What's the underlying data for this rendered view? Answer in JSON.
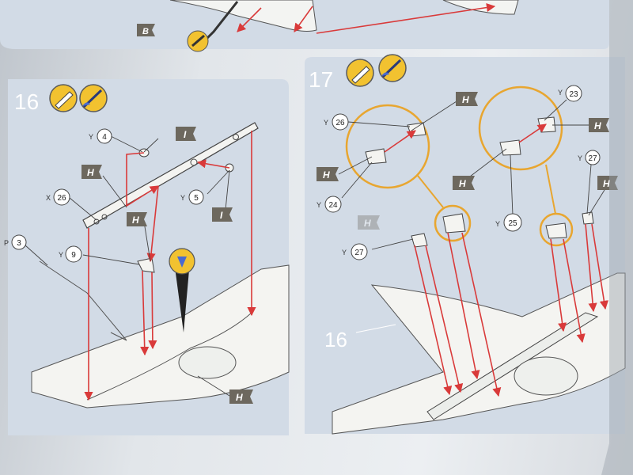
{
  "steps": [
    {
      "number": "16"
    },
    {
      "number": "17"
    }
  ],
  "top_fragment": {
    "label_b": "B"
  },
  "step16": {
    "callouts": [
      {
        "prefix": "Y",
        "part": "4"
      },
      {
        "prefix": "X",
        "part": "26"
      },
      {
        "prefix": "Y",
        "part": "5"
      },
      {
        "prefix": "Y",
        "part": "9"
      },
      {
        "prefix": "P",
        "part": "3"
      }
    ],
    "flags": [
      "I",
      "H",
      "I",
      "H",
      "H"
    ]
  },
  "step17": {
    "callouts": [
      {
        "prefix": "Y",
        "part": "26"
      },
      {
        "prefix": "Y",
        "part": "24"
      },
      {
        "prefix": "Y",
        "part": "23"
      },
      {
        "prefix": "Y",
        "part": "25"
      },
      {
        "prefix": "Y",
        "part": "27"
      },
      {
        "prefix": "Y",
        "part": "27"
      }
    ],
    "flags": [
      "H",
      "H",
      "H",
      "H",
      "H",
      "H"
    ],
    "ref_step": "16"
  },
  "colors": {
    "panel": "#d2dbe6",
    "arrow": "#d93a3a",
    "flag": "#6d685e",
    "zoom_ring": "#e8a630",
    "paint_badge": "#f2c230"
  }
}
